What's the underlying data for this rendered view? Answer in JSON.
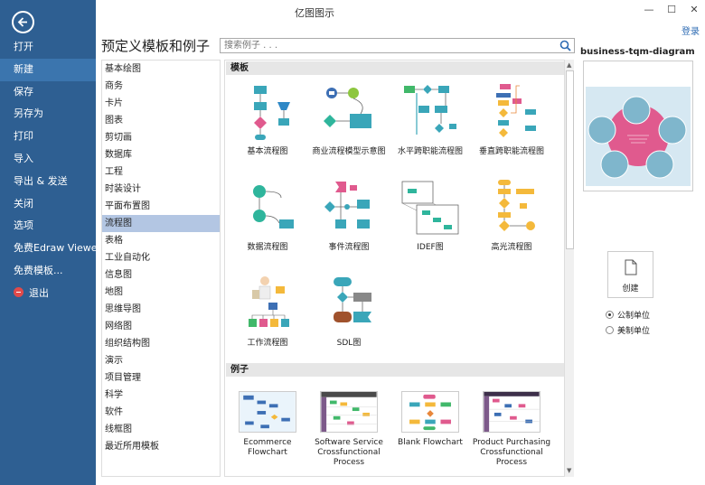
{
  "window": {
    "title": "亿图图示",
    "controls": [
      "—",
      "☐",
      "✕"
    ],
    "login_label": "登录"
  },
  "sidebar": {
    "back_icon": "back-arrow-icon",
    "items": [
      {
        "label": "打开"
      },
      {
        "label": "新建",
        "active": true
      },
      {
        "label": "保存"
      },
      {
        "label": "另存为"
      },
      {
        "label": "打印"
      },
      {
        "label": "导入"
      },
      {
        "label": "导出 & 发送"
      },
      {
        "label": "关闭"
      },
      {
        "label": "选项"
      },
      {
        "label": "免费Edraw Viewer"
      },
      {
        "label": "免费模板..."
      },
      {
        "label": "退出",
        "icon": "exit-icon"
      }
    ]
  },
  "header": {
    "page_title": "预定义模板和例子",
    "search_placeholder": "搜索例子 . . ."
  },
  "categories": [
    "基本绘图",
    "商务",
    "卡片",
    "图表",
    "剪切画",
    "数据库",
    "工程",
    "时装设计",
    "平面布置图",
    "流程图",
    "表格",
    "工业自动化",
    "信息图",
    "地图",
    "思维导图",
    "网络图",
    "组织结构图",
    "演示",
    "项目管理",
    "科学",
    "软件",
    "线框图",
    "最近所用模板"
  ],
  "selected_category": "流程图",
  "templates_section": {
    "title": "模板",
    "items": [
      {
        "label": "基本流程图"
      },
      {
        "label": "商业流程模型示意图"
      },
      {
        "label": "水平跨职能流程图"
      },
      {
        "label": "垂直跨职能流程图"
      },
      {
        "label": "数据流程图"
      },
      {
        "label": "事件流程图"
      },
      {
        "label": "IDEF图"
      },
      {
        "label": "高光流程图"
      },
      {
        "label": "工作流程图"
      },
      {
        "label": "SDL图"
      }
    ]
  },
  "examples_section": {
    "title": "例子",
    "items": [
      {
        "label": "Ecommerce Flowchart"
      },
      {
        "label": "Software Service Crossfunctional Process"
      },
      {
        "label": "Blank Flowchart"
      },
      {
        "label": "Product Purchasing Crossfunctional Process"
      }
    ]
  },
  "preview": {
    "name": "business-tqm-diagram",
    "create_label": "创建",
    "units": [
      {
        "label": "公制单位",
        "checked": true
      },
      {
        "label": "美制单位",
        "checked": false
      }
    ]
  },
  "colors": {
    "sidebar_bg": "#2e5f92",
    "selected_category": "#b3c6e3",
    "teal": "#3aa6b9",
    "pink": "#e05a8e",
    "yellow": "#f4b93b",
    "green": "#41b86a",
    "blue_link": "#2e6bb3"
  }
}
